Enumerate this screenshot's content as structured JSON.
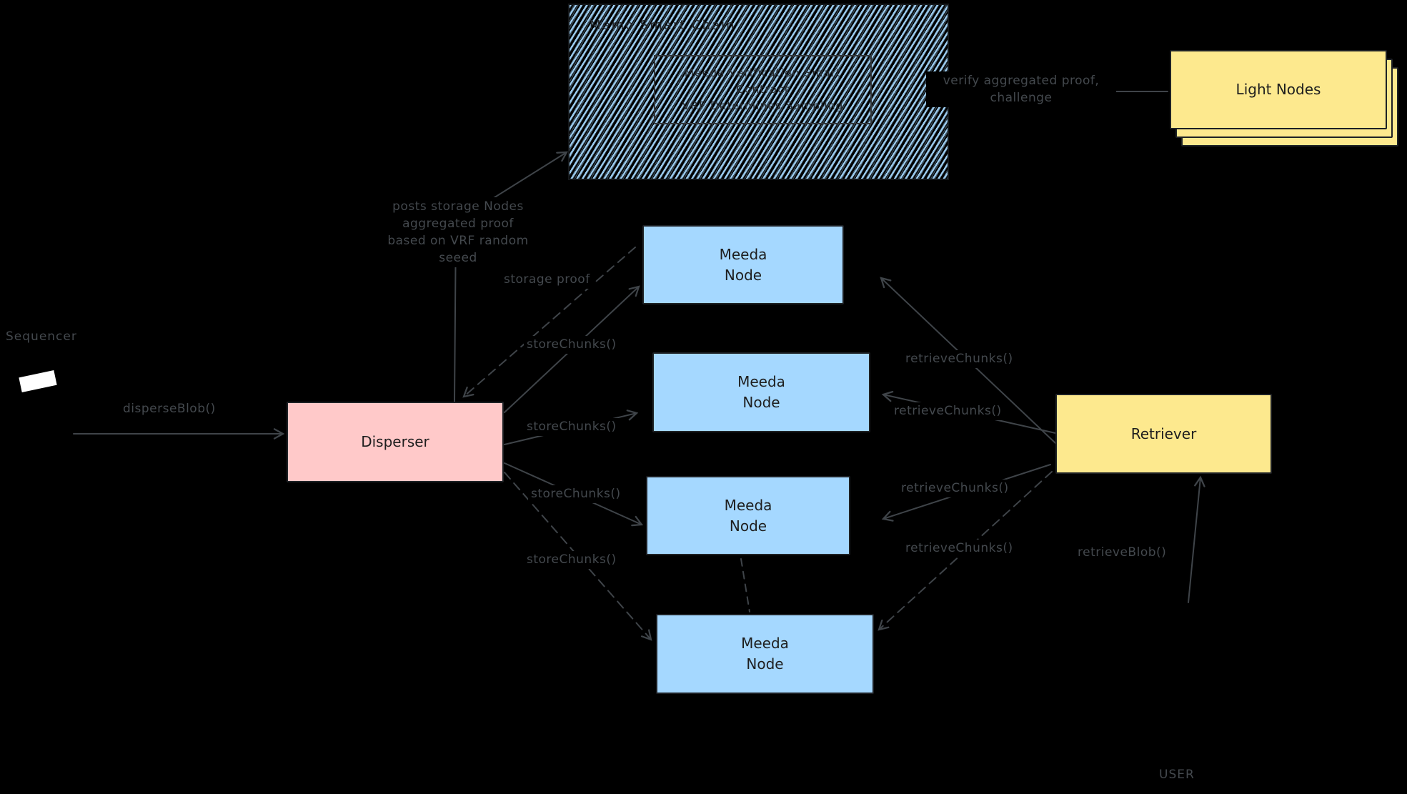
{
  "canvas": {
    "background": "#000000"
  },
  "chain": {
    "title": "Memo Smart Chain",
    "contract_lines": [
      "Meeda Verification Smart",
      "Contract",
      "VRF Determines Sampling"
    ]
  },
  "light_nodes": {
    "label": "Light Nodes"
  },
  "actors": {
    "sequencer": "Sequencer",
    "user": "USER"
  },
  "boxes": {
    "disperser": "Disperser",
    "retriever": "Retriever",
    "meeda_node_line1": "Meeda",
    "meeda_node_line2": "Node"
  },
  "edge_labels": {
    "verify_line1": "verify aggregated proof,",
    "verify_line2": "challenge",
    "posts_line1": "posts storage Nodes",
    "posts_line2": "aggregated proof",
    "posts_line3": "based on VRF random",
    "posts_line4": "seeed",
    "storage_proof": "storage proof",
    "disperse_blob": "disperseBlob()",
    "store_chunks": "storeChunks()",
    "retrieve_chunks": "retrieveChunks()",
    "retrieve_blob": "retrieveBlob()"
  },
  "colors": {
    "background": "#000000",
    "node_blue": "#a5d8ff",
    "disperser_pink": "#ffc9c9",
    "yellow": "#fde98e",
    "box_border": "#1e2125",
    "box_text": "#1e1e1e",
    "edge_gray": "#3f4449",
    "label_gray": "#44494e",
    "hatch_blue": "#a6d9ff"
  }
}
